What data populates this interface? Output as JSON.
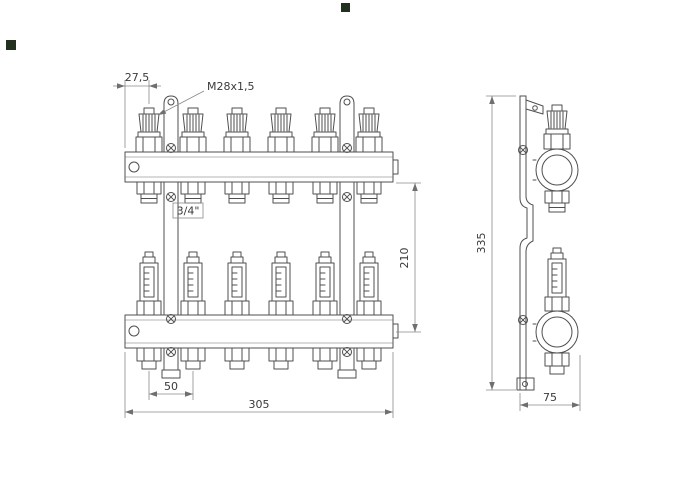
{
  "drawing": {
    "type": "manifold technical drawing",
    "dims": {
      "offset_first_port": "27,5",
      "thread_spec": "M28x1,5",
      "port_size": "3/4\"",
      "axis_height": "210",
      "port_spacing": "50",
      "overall_width": "305",
      "overall_height": "335",
      "depth": "75"
    }
  }
}
